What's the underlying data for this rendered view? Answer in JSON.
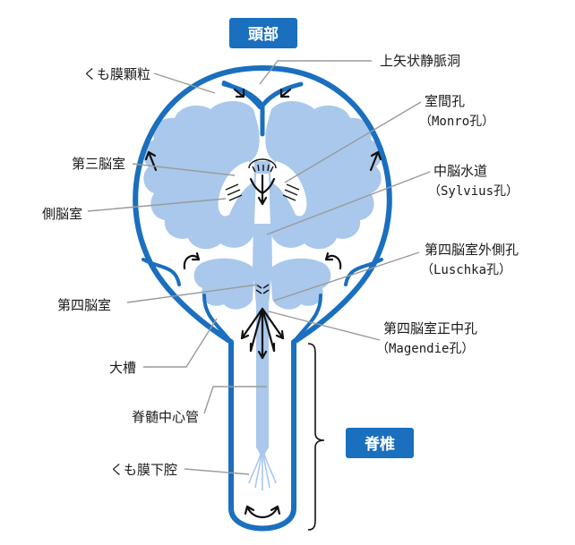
{
  "badges": {
    "head": "頭部",
    "spine": "脊椎"
  },
  "labels": {
    "arachnoid_granulations": "くも膜顆粒",
    "superior_sagittal_sinus": "上矢状静脈洞",
    "foramen_monro": "室間孔",
    "foramen_monro_sub": "（Monro孔）",
    "third_ventricle": "第三脳室",
    "cerebral_aqueduct": "中脳水道",
    "cerebral_aqueduct_sub": "（Sylvius孔）",
    "lateral_ventricle": "側脳室",
    "foramen_luschka": "第四脳室外側孔",
    "foramen_luschka_sub": "（Luschka孔）",
    "fourth_ventricle": "第四脳室",
    "foramen_magendie": "第四脳室正中孔",
    "foramen_magendie_sub": "（Magendie孔）",
    "cisterna_magna": "大槽",
    "central_canal": "脊髄中心管",
    "subarachnoid_space": "くも膜下腔"
  },
  "colors": {
    "outline": "#1a6fbf",
    "brain": "#a9c8ec",
    "badge": "#1a6fbf",
    "leader": "#9a9a9a"
  }
}
